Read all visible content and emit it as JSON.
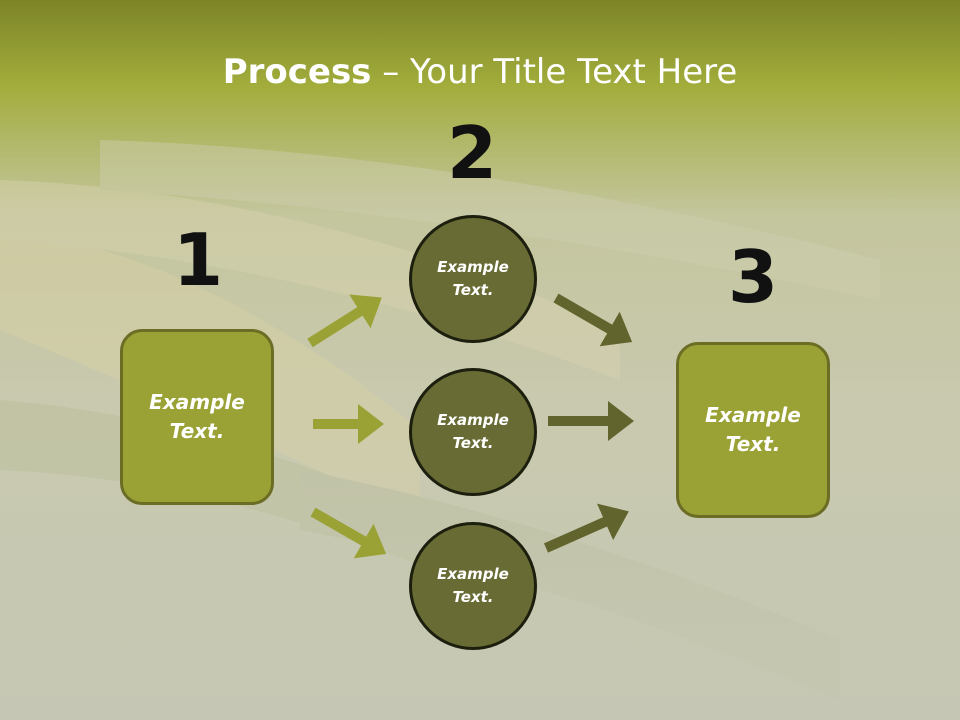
{
  "title": {
    "bold": "Process",
    "rest": " – Your Title Text Here"
  },
  "steps": {
    "one": "1",
    "two": "2",
    "three": "3"
  },
  "left_box": {
    "label": "Example Text."
  },
  "circles": [
    {
      "label": "Example Text."
    },
    {
      "label": "Example Text."
    },
    {
      "label": "Example Text."
    }
  ],
  "right_box": {
    "label": "Example Text."
  },
  "colors": {
    "box_fill": "#9aa236",
    "circle_fill": "#686b34",
    "arrow_light": "#9aa236",
    "arrow_dark": "#62642e"
  }
}
